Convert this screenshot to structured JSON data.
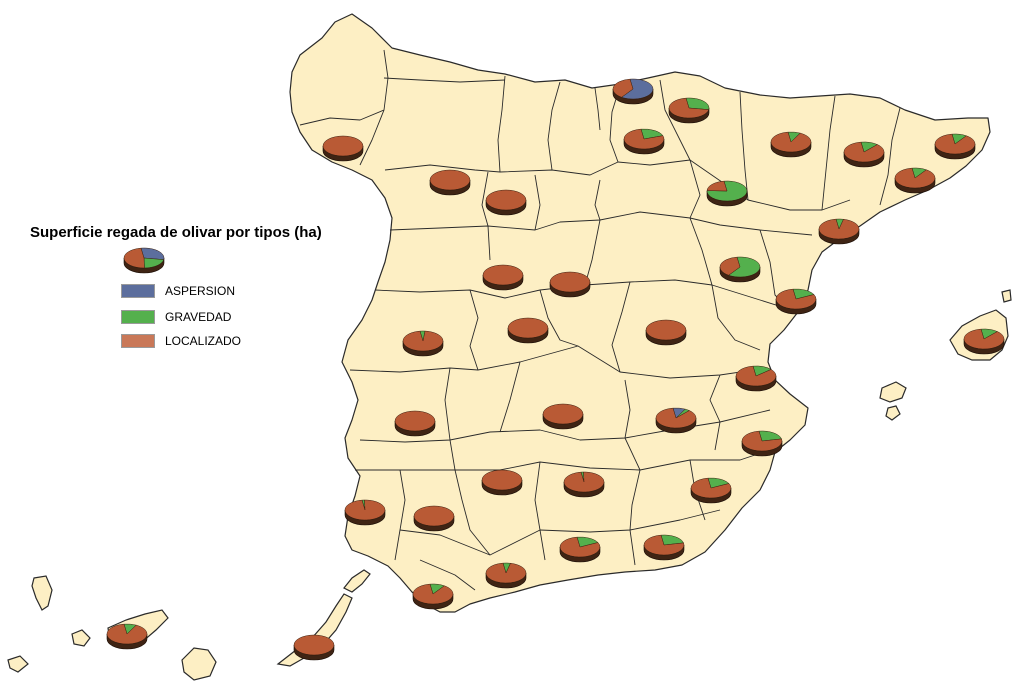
{
  "legend": {
    "title": "Superficie regada de olivar por tipos (ha)",
    "items": [
      {
        "label": "ASPERSION",
        "color": "#5c6e9d"
      },
      {
        "label": "GRAVEDAD",
        "color": "#54b04d"
      },
      {
        "label": "LOCALIZADO",
        "color": "#b95a35"
      }
    ]
  },
  "colors": {
    "land": "#fdefc4",
    "border": "#2a2a2a",
    "pie_side": "#3f2414"
  },
  "legend_pie_shares": {
    "ASPERSION": 0.3,
    "GRAVEDAD": 0.22,
    "LOCALIZADO": 0.48
  },
  "province_pies": [
    {
      "id": "navarra",
      "ASPERSION": 0.62,
      "GRAVEDAD": 0.0,
      "LOCALIZADO": 0.38
    },
    {
      "id": "la-rioja",
      "ASPERSION": 0.0,
      "GRAVEDAD": 0.3,
      "LOCALIZADO": 0.7
    },
    {
      "id": "burgos-area",
      "ASPERSION": 0.0,
      "GRAVEDAD": 0.22,
      "LOCALIZADO": 0.78
    },
    {
      "id": "ourense",
      "ASPERSION": 0.0,
      "GRAVEDAD": 0.0,
      "LOCALIZADO": 1.0
    },
    {
      "id": "huesca",
      "ASPERSION": 0.0,
      "GRAVEDAD": 0.1,
      "LOCALIZADO": 0.9
    },
    {
      "id": "lleida",
      "ASPERSION": 0.0,
      "GRAVEDAD": 0.14,
      "LOCALIZADO": 0.86
    },
    {
      "id": "girona",
      "ASPERSION": 0.0,
      "GRAVEDAD": 0.12,
      "LOCALIZADO": 0.88
    },
    {
      "id": "barcelona",
      "ASPERSION": 0.0,
      "GRAVEDAD": 0.12,
      "LOCALIZADO": 0.88
    },
    {
      "id": "zamora",
      "ASPERSION": 0.0,
      "GRAVEDAD": 0.0,
      "LOCALIZADO": 1.0
    },
    {
      "id": "valladolid",
      "ASPERSION": 0.0,
      "GRAVEDAD": 0.0,
      "LOCALIZADO": 1.0
    },
    {
      "id": "zaragoza",
      "ASPERSION": 0.0,
      "GRAVEDAD": 0.78,
      "LOCALIZADO": 0.22
    },
    {
      "id": "tarragona",
      "ASPERSION": 0.0,
      "GRAVEDAD": 0.06,
      "LOCALIZADO": 0.94
    },
    {
      "id": "salamanca",
      "ASPERSION": 0.0,
      "GRAVEDAD": 0.0,
      "LOCALIZADO": 1.0
    },
    {
      "id": "segovia",
      "ASPERSION": 0.0,
      "GRAVEDAD": 0.0,
      "LOCALIZADO": 1.0
    },
    {
      "id": "teruel",
      "ASPERSION": 0.0,
      "GRAVEDAD": 0.62,
      "LOCALIZADO": 0.38
    },
    {
      "id": "castellon",
      "ASPERSION": 0.0,
      "GRAVEDAD": 0.2,
      "LOCALIZADO": 0.8
    },
    {
      "id": "caceres",
      "ASPERSION": 0.0,
      "GRAVEDAD": 0.04,
      "LOCALIZADO": 0.96
    },
    {
      "id": "toledo",
      "ASPERSION": 0.0,
      "GRAVEDAD": 0.0,
      "LOCALIZADO": 1.0
    },
    {
      "id": "cuenca",
      "ASPERSION": 0.0,
      "GRAVEDAD": 0.0,
      "LOCALIZADO": 1.0
    },
    {
      "id": "mallorca",
      "ASPERSION": 0.0,
      "GRAVEDAD": 0.14,
      "LOCALIZADO": 0.86
    },
    {
      "id": "valencia",
      "ASPERSION": 0.0,
      "GRAVEDAD": 0.16,
      "LOCALIZADO": 0.84
    },
    {
      "id": "badajoz",
      "ASPERSION": 0.0,
      "GRAVEDAD": 0.0,
      "LOCALIZADO": 1.0
    },
    {
      "id": "ciudad-real",
      "ASPERSION": 0.0,
      "GRAVEDAD": 0.0,
      "LOCALIZADO": 1.0
    },
    {
      "id": "albacete",
      "ASPERSION": 0.1,
      "GRAVEDAD": 0.04,
      "LOCALIZADO": 0.86
    },
    {
      "id": "alicante",
      "ASPERSION": 0.0,
      "GRAVEDAD": 0.24,
      "LOCALIZADO": 0.76
    },
    {
      "id": "cordoba",
      "ASPERSION": 0.0,
      "GRAVEDAD": 0.0,
      "LOCALIZADO": 1.0
    },
    {
      "id": "jaen",
      "ASPERSION": 0.0,
      "GRAVEDAD": 0.02,
      "LOCALIZADO": 0.98
    },
    {
      "id": "murcia",
      "ASPERSION": 0.0,
      "GRAVEDAD": 0.2,
      "LOCALIZADO": 0.8
    },
    {
      "id": "huelva",
      "ASPERSION": 0.0,
      "GRAVEDAD": 0.02,
      "LOCALIZADO": 0.98
    },
    {
      "id": "sevilla",
      "ASPERSION": 0.0,
      "GRAVEDAD": 0.0,
      "LOCALIZADO": 1.0
    },
    {
      "id": "granada",
      "ASPERSION": 0.0,
      "GRAVEDAD": 0.2,
      "LOCALIZADO": 0.8
    },
    {
      "id": "almeria",
      "ASPERSION": 0.0,
      "GRAVEDAD": 0.24,
      "LOCALIZADO": 0.76
    },
    {
      "id": "malaga",
      "ASPERSION": 0.0,
      "GRAVEDAD": 0.06,
      "LOCALIZADO": 0.94
    },
    {
      "id": "cadiz",
      "ASPERSION": 0.0,
      "GRAVEDAD": 0.12,
      "LOCALIZADO": 0.88
    },
    {
      "id": "tenerife",
      "ASPERSION": 0.0,
      "GRAVEDAD": 0.1,
      "LOCALIZADO": 0.9
    },
    {
      "id": "las-palmas",
      "ASPERSION": 0.0,
      "GRAVEDAD": 0.0,
      "LOCALIZADO": 1.0
    }
  ]
}
